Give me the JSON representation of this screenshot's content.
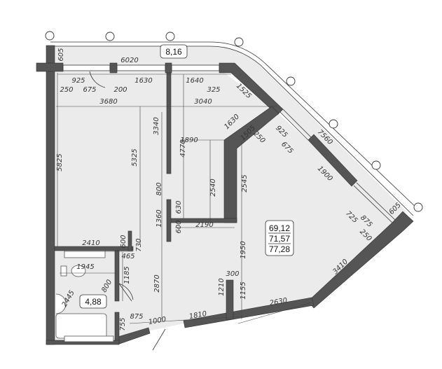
{
  "plan": {
    "balcony_area": "8,16",
    "bathroom_area": "4,88",
    "apartment_areas": [
      "69,12",
      "71,57",
      "77,28"
    ]
  },
  "dimensions": [
    "605",
    "6020",
    "925",
    "1630",
    "1640",
    "250",
    "675",
    "200",
    "325",
    "1525",
    "3680",
    "3040",
    "1630",
    "3340",
    "1890",
    "4770",
    "5825",
    "5325",
    "1505",
    "250",
    "925",
    "675",
    "7560",
    "1900",
    "2540",
    "2545",
    "800",
    "630",
    "1360",
    "2190",
    "600",
    "725",
    "875",
    "605",
    "250",
    "600",
    "730",
    "2410",
    "465",
    "1945",
    "1185",
    "1950",
    "3410",
    "300",
    "800",
    "2870",
    "2445",
    "1210",
    "1155",
    "2630",
    "755",
    "875",
    "1000",
    "1810"
  ],
  "colors": {
    "wall": "#555555",
    "floor": "#ebebeb",
    "background": "#ffffff"
  }
}
